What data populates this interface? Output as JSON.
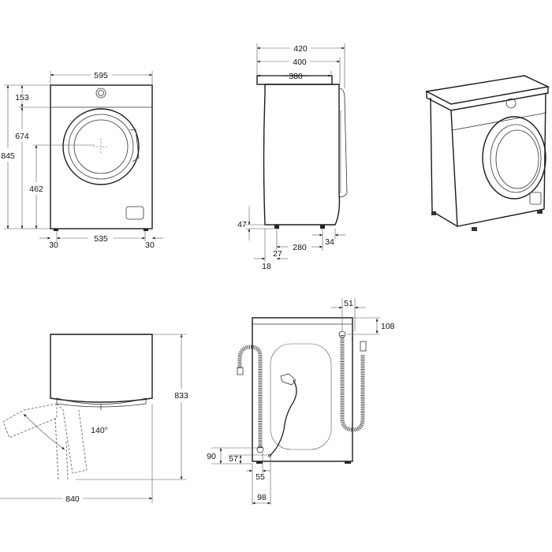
{
  "front_view": {
    "width": "595",
    "total_height": "845",
    "panel_height": "153",
    "door_top_height": "674",
    "door_center_height": "462",
    "feet_spacing": "535",
    "left_offset": "30",
    "right_offset": "30"
  },
  "side_view": {
    "depth_total": "420",
    "depth_door": "400",
    "depth_body": "380",
    "foot_height": "47",
    "foot_offset_front": "27",
    "feet_spacing": "280",
    "foot_offset_back": "34",
    "front_clearance": "18"
  },
  "top_view": {
    "depth_door_open": "833",
    "width_door_open": "840",
    "door_angle": "140°"
  },
  "rear_view": {
    "drain_offset_side": "51",
    "drain_offset_top": "108",
    "inlet_height": "90",
    "cable_height": "57",
    "inlet_offset": "55",
    "cable_offset": "98"
  }
}
